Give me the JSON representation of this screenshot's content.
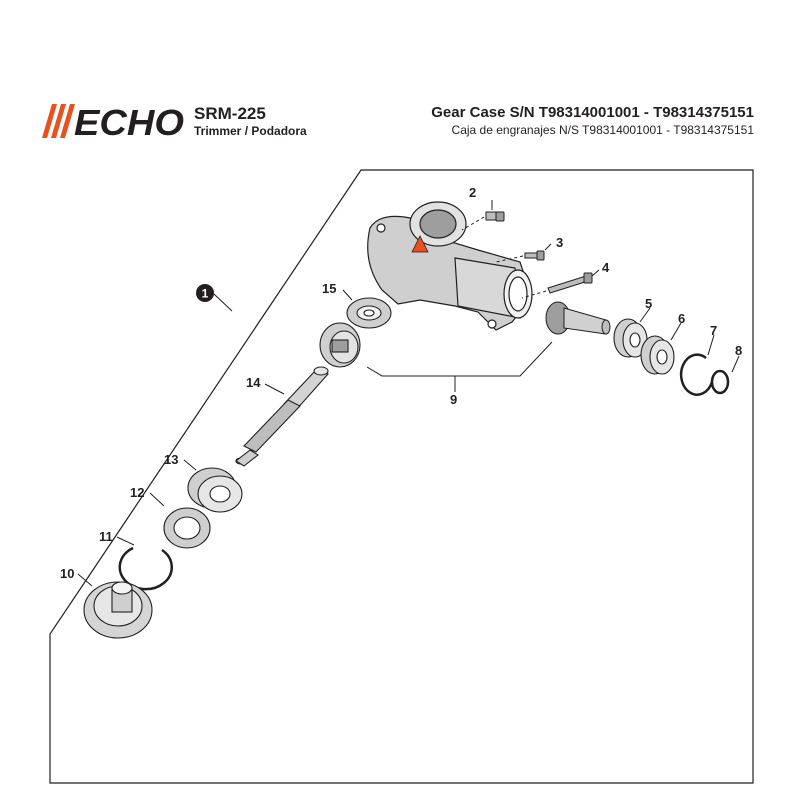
{
  "brand": {
    "logo_text": "ECHO",
    "accent_color": "#e8501e",
    "text_color": "#231f20"
  },
  "header": {
    "model": "SRM-225",
    "model_subtitle": "Trimmer / Podadora",
    "title": "Gear Case S/N T98314001001 - T98314375151",
    "subtitle": "Caja de engranajes N/S T98314001001 - T98314375151"
  },
  "diagram": {
    "assembly_badge": "1",
    "callouts": [
      {
        "id": "2",
        "label": "2"
      },
      {
        "id": "3",
        "label": "3"
      },
      {
        "id": "4",
        "label": "4"
      },
      {
        "id": "5",
        "label": "5"
      },
      {
        "id": "6",
        "label": "6"
      },
      {
        "id": "7",
        "label": "7"
      },
      {
        "id": "8",
        "label": "8"
      },
      {
        "id": "9",
        "label": "9"
      },
      {
        "id": "10",
        "label": "10"
      },
      {
        "id": "11",
        "label": "11"
      },
      {
        "id": "12",
        "label": "12"
      },
      {
        "id": "13",
        "label": "13"
      },
      {
        "id": "14",
        "label": "14"
      },
      {
        "id": "15",
        "label": "15"
      }
    ]
  }
}
